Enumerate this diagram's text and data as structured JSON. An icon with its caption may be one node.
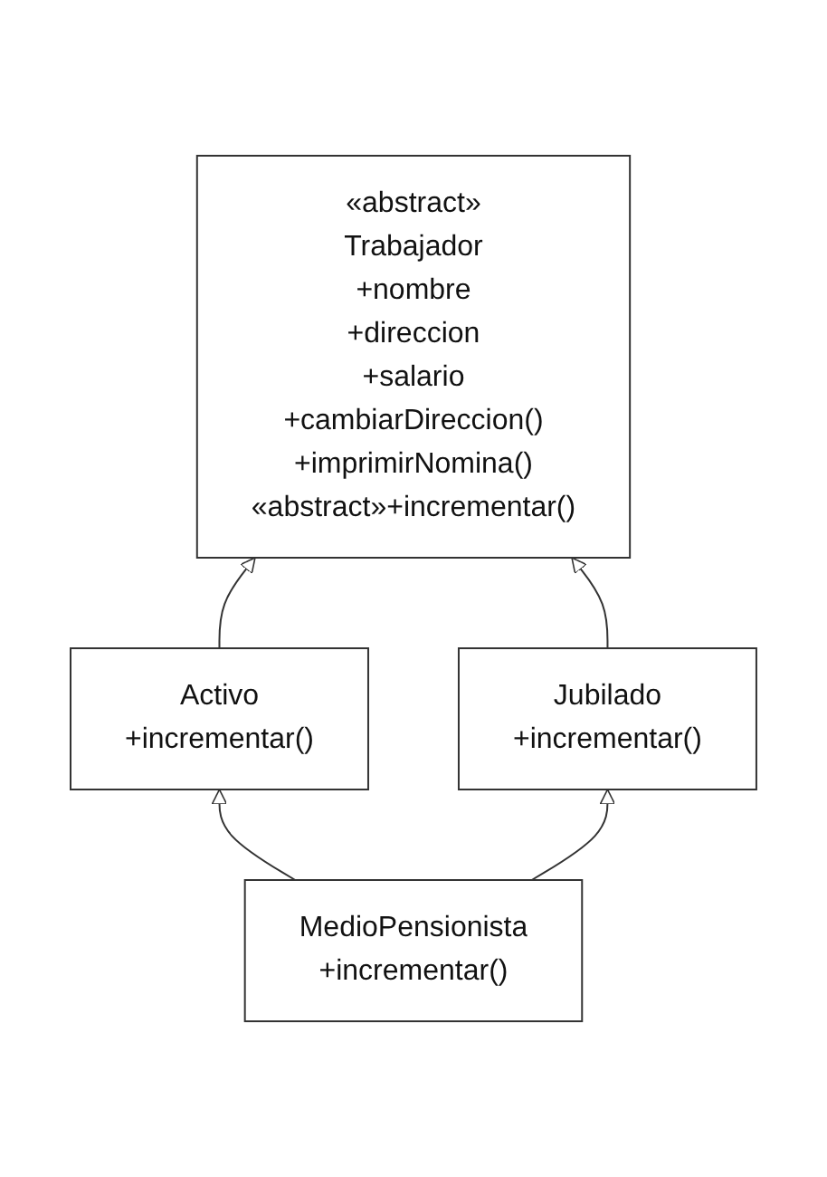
{
  "diagram": {
    "nodes": [
      {
        "text": [
          "«abstract»",
          "Trabajador",
          "+nombre",
          "+direccion",
          "+salario",
          "+cambiarDireccion()",
          "+imprimirNomina()",
          "«abstract»+incrementar()"
        ]
      },
      {
        "text": [
          "Activo",
          "+incrementar()"
        ]
      },
      {
        "text": [
          "Jubilado",
          "+incrementar()"
        ]
      },
      {
        "text": [
          "MedioPensionista",
          "+incrementar()"
        ]
      }
    ],
    "edges": [
      {
        "from": 1,
        "to": 0,
        "arrow": "to"
      },
      {
        "from": 2,
        "to": 0,
        "arrow": "to"
      },
      {
        "from": 3,
        "to": 1,
        "arrow": "to"
      },
      {
        "from": 3,
        "to": 2,
        "arrow": "to"
      }
    ]
  }
}
